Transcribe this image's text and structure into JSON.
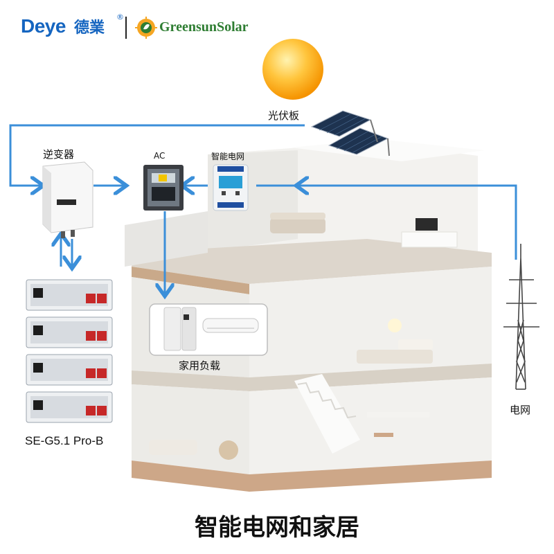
{
  "brand": {
    "deye": "Deye",
    "deye_cn": "德業",
    "registered": "®",
    "partner": "GreensunSolar"
  },
  "labels": {
    "pv": "光伏板",
    "inverter": "逆变器",
    "ac": "AC",
    "smart_meter": "智能电网",
    "home_load": "家用负载",
    "grid": "电网",
    "battery_model": "SE-G5.1 Pro-B"
  },
  "footer": "智能电网和家居",
  "colors": {
    "flow_line": "#3b8fd9",
    "sun": "#ffb300",
    "panel": "#1e3350",
    "deye_blue": "#1565c0",
    "greensun_green": "#2e7d32"
  }
}
